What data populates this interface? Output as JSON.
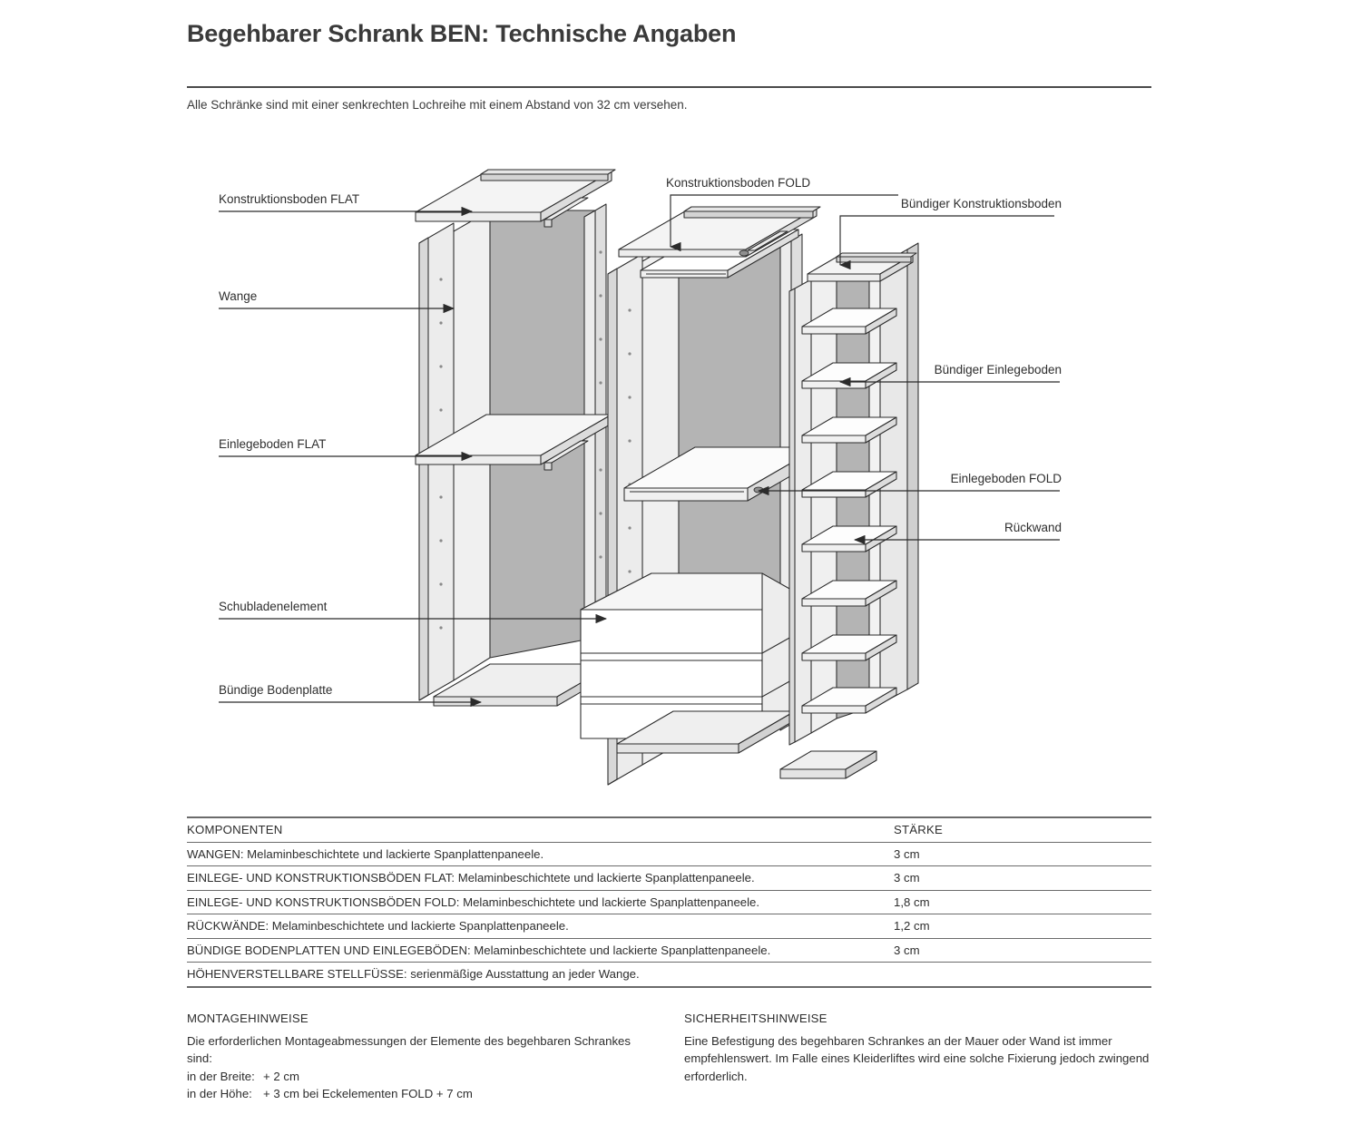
{
  "header": {
    "title": "Begehbarer Schrank BEN: Technische Angaben",
    "subtitle": "Alle Schränke sind mit einer senkrechten Lochreihe mit einem Abstand von 32 cm versehen."
  },
  "diagram": {
    "labels_left": [
      {
        "id": "konstruktionsboden-flat",
        "text": "Konstruktionsboden FLAT"
      },
      {
        "id": "wange",
        "text": "Wange"
      },
      {
        "id": "einlegeboden-flat",
        "text": "Einlegeboden FLAT"
      },
      {
        "id": "schubladenelement",
        "text": "Schubladenelement"
      },
      {
        "id": "buendige-bodenplatte",
        "text": "Bündige Bodenplatte"
      }
    ],
    "labels_top": [
      {
        "id": "konstruktionsboden-fold",
        "text": "Konstruktionsboden FOLD"
      }
    ],
    "labels_right": [
      {
        "id": "buendiger-konstruktionsboden",
        "text": "Bündiger Konstruktionsboden"
      },
      {
        "id": "buendiger-einlegeboden",
        "text": "Bündiger Einlegeboden"
      },
      {
        "id": "einlegeboden-fold",
        "text": "Einlegeboden FOLD"
      },
      {
        "id": "rueckwand",
        "text": "Rückwand"
      }
    ]
  },
  "table": {
    "headers": {
      "component": "KOMPONENTEN",
      "thickness": "STÄRKE"
    },
    "rows": [
      {
        "component": "WANGEN: Melaminbeschichtete und lackierte Spanplattenpaneele.",
        "thickness": "3 cm"
      },
      {
        "component": "EINLEGE- UND KONSTRUKTIONSBÖDEN FLAT: Melaminbeschichtete und lackierte Spanplattenpaneele.",
        "thickness": "3 cm"
      },
      {
        "component": "EINLEGE- UND KONSTRUKTIONSBÖDEN FOLD: Melaminbeschichtete und lackierte Spanplattenpaneele.",
        "thickness": "1,8 cm"
      },
      {
        "component": "RÜCKWÄNDE: Melaminbeschichtete und lackierte Spanplattenpaneele.",
        "thickness": "1,2 cm"
      },
      {
        "component": "BÜNDIGE BODENPLATTEN UND EINLEGEBÖDEN: Melaminbeschichtete und lackierte Spanplattenpaneele.",
        "thickness": "3 cm"
      },
      {
        "component": "HÖHENVERSTELLBARE STELLFÜSSE: serienmäßige Ausstattung an jeder Wange.",
        "thickness": ""
      }
    ]
  },
  "notes": {
    "assembly": {
      "heading": "MONTAGEHINWEISE",
      "body": "Die erforderlichen Montageabmessungen der Elemente des begehbaren Schrankes sind:",
      "width_key": "in der Breite:",
      "width_value": "+ 2 cm",
      "height_key": "in der Höhe:",
      "height_value": "+ 3 cm bei Eckelementen FOLD + 7 cm"
    },
    "safety": {
      "heading": "SICHERHEITSHINWEISE",
      "body": "Eine Befestigung des begehbaren Schrankes an der Mauer oder Wand ist immer empfehlenswert. Im Falle eines Kleiderliftes wird eine solche Fixierung jedoch zwingend erforderlich."
    }
  },
  "colors": {
    "rule": "#6b6b6b",
    "text": "#2e2e2e",
    "panel_light": "#f2f2f2",
    "panel_mid": "#e3e3e3",
    "panel_dark": "#b4b4b4",
    "outline": "#2b2b2b"
  }
}
